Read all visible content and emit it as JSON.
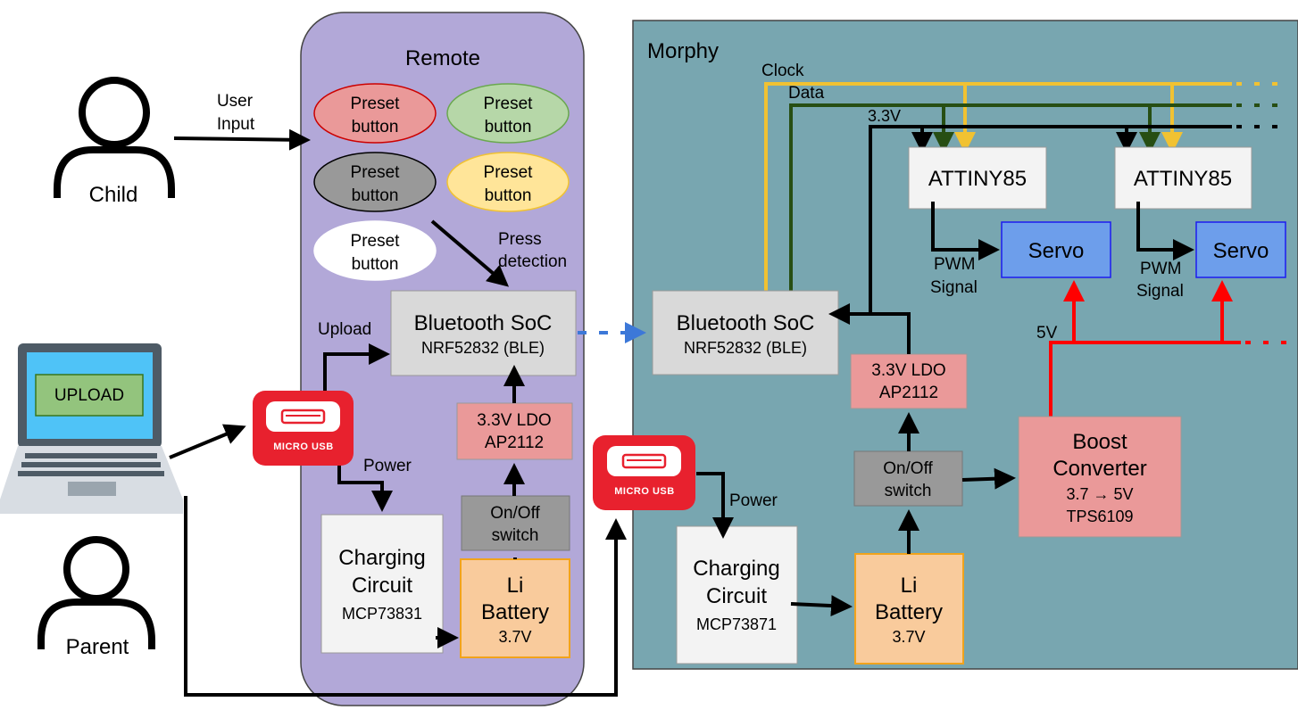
{
  "remote": {
    "title": "Remote",
    "preset_label_1": "Preset",
    "preset_label_2": "button",
    "press_detection_1": "Press",
    "press_detection_2": "detection",
    "upload": "Upload",
    "power": "Power",
    "soc_title": "Bluetooth SoC",
    "soc_model": "NRF52832 (BLE)",
    "ldo_1": "3.3V LDO",
    "ldo_2": "AP2112",
    "switch_1": "On/Off",
    "switch_2": "switch",
    "charging_1": "Charging",
    "charging_2": "Circuit",
    "charging_model": "MCP73831",
    "battery_1": "Li",
    "battery_2": "Battery",
    "battery_3": "3.7V",
    "usb_label": "MICRO USB"
  },
  "morphy": {
    "title": "Morphy",
    "clock": "Clock",
    "data": "Data",
    "v33": "3.3V",
    "v5": "5V",
    "attiny": "ATTINY85",
    "servo": "Servo",
    "pwm_1": "PWM",
    "pwm_2": "Signal",
    "soc_title": "Bluetooth SoC",
    "soc_model": "NRF52832 (BLE)",
    "ldo_1": "3.3V LDO",
    "ldo_2": "AP2112",
    "switch_1": "On/Off",
    "switch_2": "switch",
    "boost_1": "Boost",
    "boost_2": "Converter",
    "boost_3": "3.7 → 5V",
    "boost_4": "TPS6109",
    "charging_1": "Charging",
    "charging_2": "Circuit",
    "charging_model": "MCP73871",
    "battery_1": "Li",
    "battery_2": "Battery",
    "battery_3": "3.7V",
    "power": "Power",
    "usb_label": "MICRO USB"
  },
  "actors": {
    "child": "Child",
    "parent": "Parent",
    "user_input_1": "User",
    "user_input_2": "Input",
    "upload_button": "UPLOAD"
  },
  "colors": {
    "remote_bg": "#b2a8d8",
    "morphy_bg": "#78a6b0",
    "clock_line": "#f1c232",
    "data_line": "#274e13",
    "power_line": "#ff0000",
    "ble_link": "#3c78d8",
    "usb_red": "#e8212e"
  }
}
